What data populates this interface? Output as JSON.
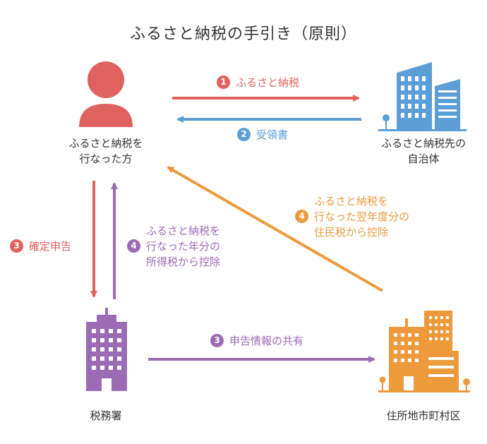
{
  "title": "ふるさと納税の手引き（原則）",
  "nodes": {
    "taxpayer": "ふるさと納税を\n行なった方",
    "destination_municipality": "ふるさと納税先の\n自治体",
    "tax_office": "税務署",
    "resident_municipality": "住所地市町村区"
  },
  "edges": {
    "donation": {
      "number": "1",
      "label": "ふるさと納税"
    },
    "receipt": {
      "number": "2",
      "label": "受領書"
    },
    "tax_return": {
      "number": "3",
      "label": "確定申告"
    },
    "info_sharing": {
      "number": "3",
      "label": "申告情報の共有"
    },
    "income_tax_deduction": {
      "number": "4",
      "label": "ふるさと納税を\n行なった年分の\n所得税から控除"
    },
    "resident_tax_deduction": {
      "number": "4",
      "label": "ふるさと納税を\n行なった翌年度分の\n住民税から控除"
    }
  },
  "colors": {
    "red": "#e0625f",
    "blue": "#5b9fd6",
    "purple": "#9b6bb4",
    "orange": "#ec9a3c",
    "text": "#333333"
  },
  "icons": {
    "taxpayer": "person-icon",
    "destination_municipality": "office-buildings-icon",
    "tax_office": "tax-office-building-icon",
    "resident_municipality": "city-hall-buildings-icon"
  }
}
